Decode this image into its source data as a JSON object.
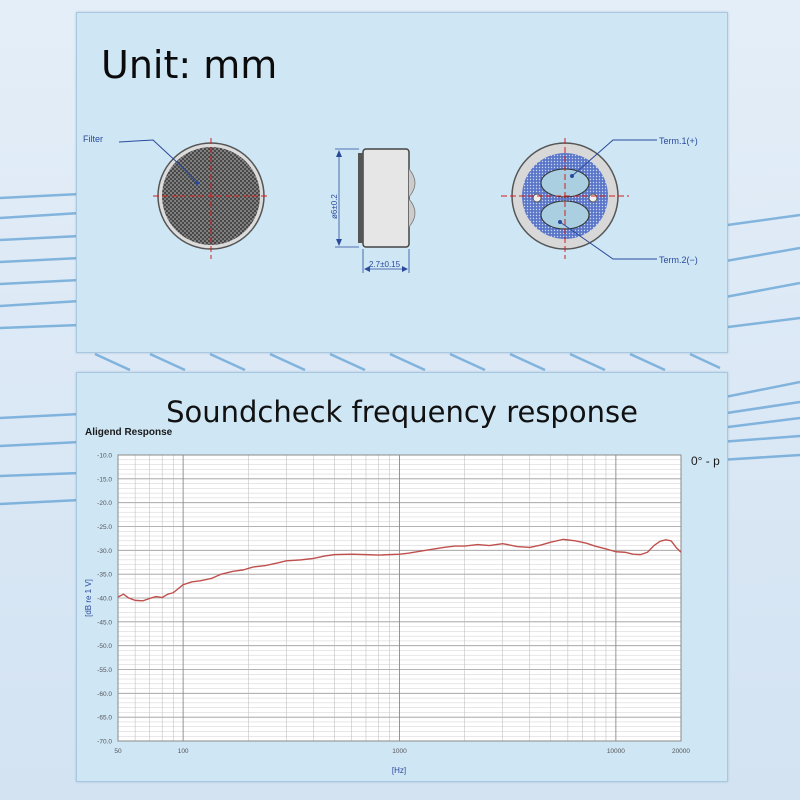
{
  "top_panel": {
    "unit_label": "Unit: mm",
    "callouts": {
      "filter": "Filter",
      "term1": "Term.1(+)",
      "term2": "Term.2(−)",
      "diameter": "ø6±0.2",
      "thickness": "2.7±0.15"
    }
  },
  "chart_data": {
    "type": "line",
    "title": "Soundcheck frequency response",
    "subtitle": "Aligend Response",
    "xlabel": "[Hz]",
    "ylabel": "[dB re 1 V]",
    "legend": "0° - p",
    "x_scale": "log",
    "xlim": [
      50,
      20000
    ],
    "ylim": [
      -70,
      -10
    ],
    "grid": true,
    "x_ticks": [
      50,
      100,
      1000,
      10000,
      20000
    ],
    "x_tick_labels": [
      "50",
      "100",
      "1000",
      "10000",
      "20000"
    ],
    "y_ticks": [
      -10,
      -15,
      -20,
      -25,
      -30,
      -35,
      -40,
      -45,
      -50,
      -55,
      -60,
      -65,
      -70
    ],
    "y_tick_labels": [
      "-10.0",
      "-15.0",
      "-20.0",
      "-25.0",
      "-30.0",
      "-35.0",
      "-40.0",
      "-45.0",
      "-50.0",
      "-55.0",
      "-60.0",
      "-65.0",
      "-70.0"
    ],
    "series": [
      {
        "color": "#c0504d",
        "x": [
          50,
          53,
          56,
          60,
          65,
          70,
          75,
          80,
          85,
          90,
          100,
          110,
          120,
          135,
          150,
          170,
          190,
          210,
          240,
          270,
          300,
          350,
          400,
          450,
          500,
          600,
          700,
          800,
          900,
          1000,
          1100,
          1200,
          1400,
          1600,
          1800,
          2000,
          2300,
          2600,
          3000,
          3500,
          4000,
          4500,
          5000,
          5700,
          6500,
          7300,
          8000,
          9000,
          10000,
          11000,
          12000,
          13000,
          14000,
          15000,
          16000,
          17000,
          18000,
          19000,
          20000
        ],
        "y": [
          -39.8,
          -39.2,
          -40.0,
          -40.5,
          -40.6,
          -40.1,
          -39.7,
          -39.9,
          -39.2,
          -38.9,
          -37.2,
          -36.6,
          -36.4,
          -35.9,
          -35.0,
          -34.4,
          -34.1,
          -33.5,
          -33.2,
          -32.7,
          -32.2,
          -32.0,
          -31.7,
          -31.2,
          -30.9,
          -30.8,
          -30.9,
          -31.0,
          -30.9,
          -30.8,
          -30.6,
          -30.3,
          -29.8,
          -29.4,
          -29.1,
          -29.1,
          -28.8,
          -29.0,
          -28.6,
          -29.2,
          -29.4,
          -28.9,
          -28.3,
          -27.7,
          -28.0,
          -28.5,
          -29.1,
          -29.7,
          -30.3,
          -30.4,
          -30.8,
          -30.9,
          -30.4,
          -29.0,
          -28.1,
          -27.8,
          -28.0,
          -29.4,
          -30.4
        ]
      }
    ]
  }
}
